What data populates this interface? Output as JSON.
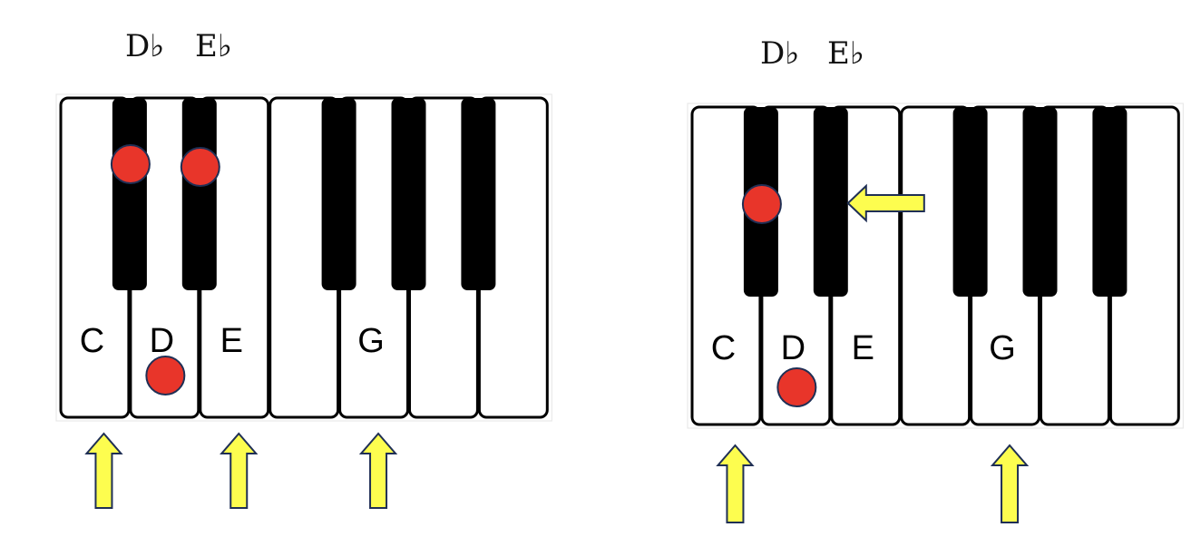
{
  "colors": {
    "dot": "#e8352a",
    "dot_stroke": "#1f2f55",
    "arrow": "#fdfd4f",
    "arrow_stroke": "#1f2f55"
  },
  "keyboards": [
    {
      "name": "left",
      "header": [
        "D♭",
        "E♭"
      ],
      "white_labels": {
        "0": "C",
        "1": "D",
        "2": "E",
        "4": "G"
      },
      "dots": [
        {
          "key": "C#"
        },
        {
          "key": "D#"
        },
        {
          "key": "D"
        }
      ],
      "up_arrows_under": [
        "C",
        "E",
        "G"
      ],
      "side_arrow_to": null
    },
    {
      "name": "right",
      "header": [
        "D♭",
        "E♭"
      ],
      "white_labels": {
        "0": "C",
        "1": "D",
        "2": "E",
        "4": "G"
      },
      "dots": [
        {
          "key": "C#"
        },
        {
          "key": "D"
        }
      ],
      "up_arrows_under": [
        "C",
        "G"
      ],
      "side_arrow_to": "D#"
    }
  ]
}
